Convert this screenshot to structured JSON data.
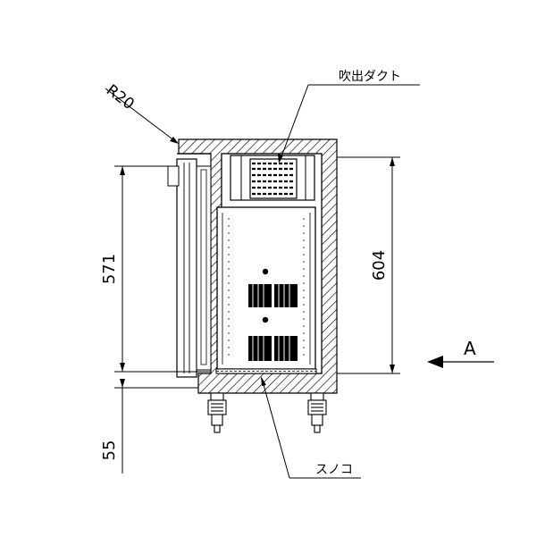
{
  "drawing": {
    "labels": {
      "radius": "R20",
      "duct": "吹出ダクト",
      "slats": "スノコ",
      "view": "A"
    },
    "dimensions": {
      "door_height": "571",
      "body_height": "604",
      "leg_height": "55"
    }
  }
}
